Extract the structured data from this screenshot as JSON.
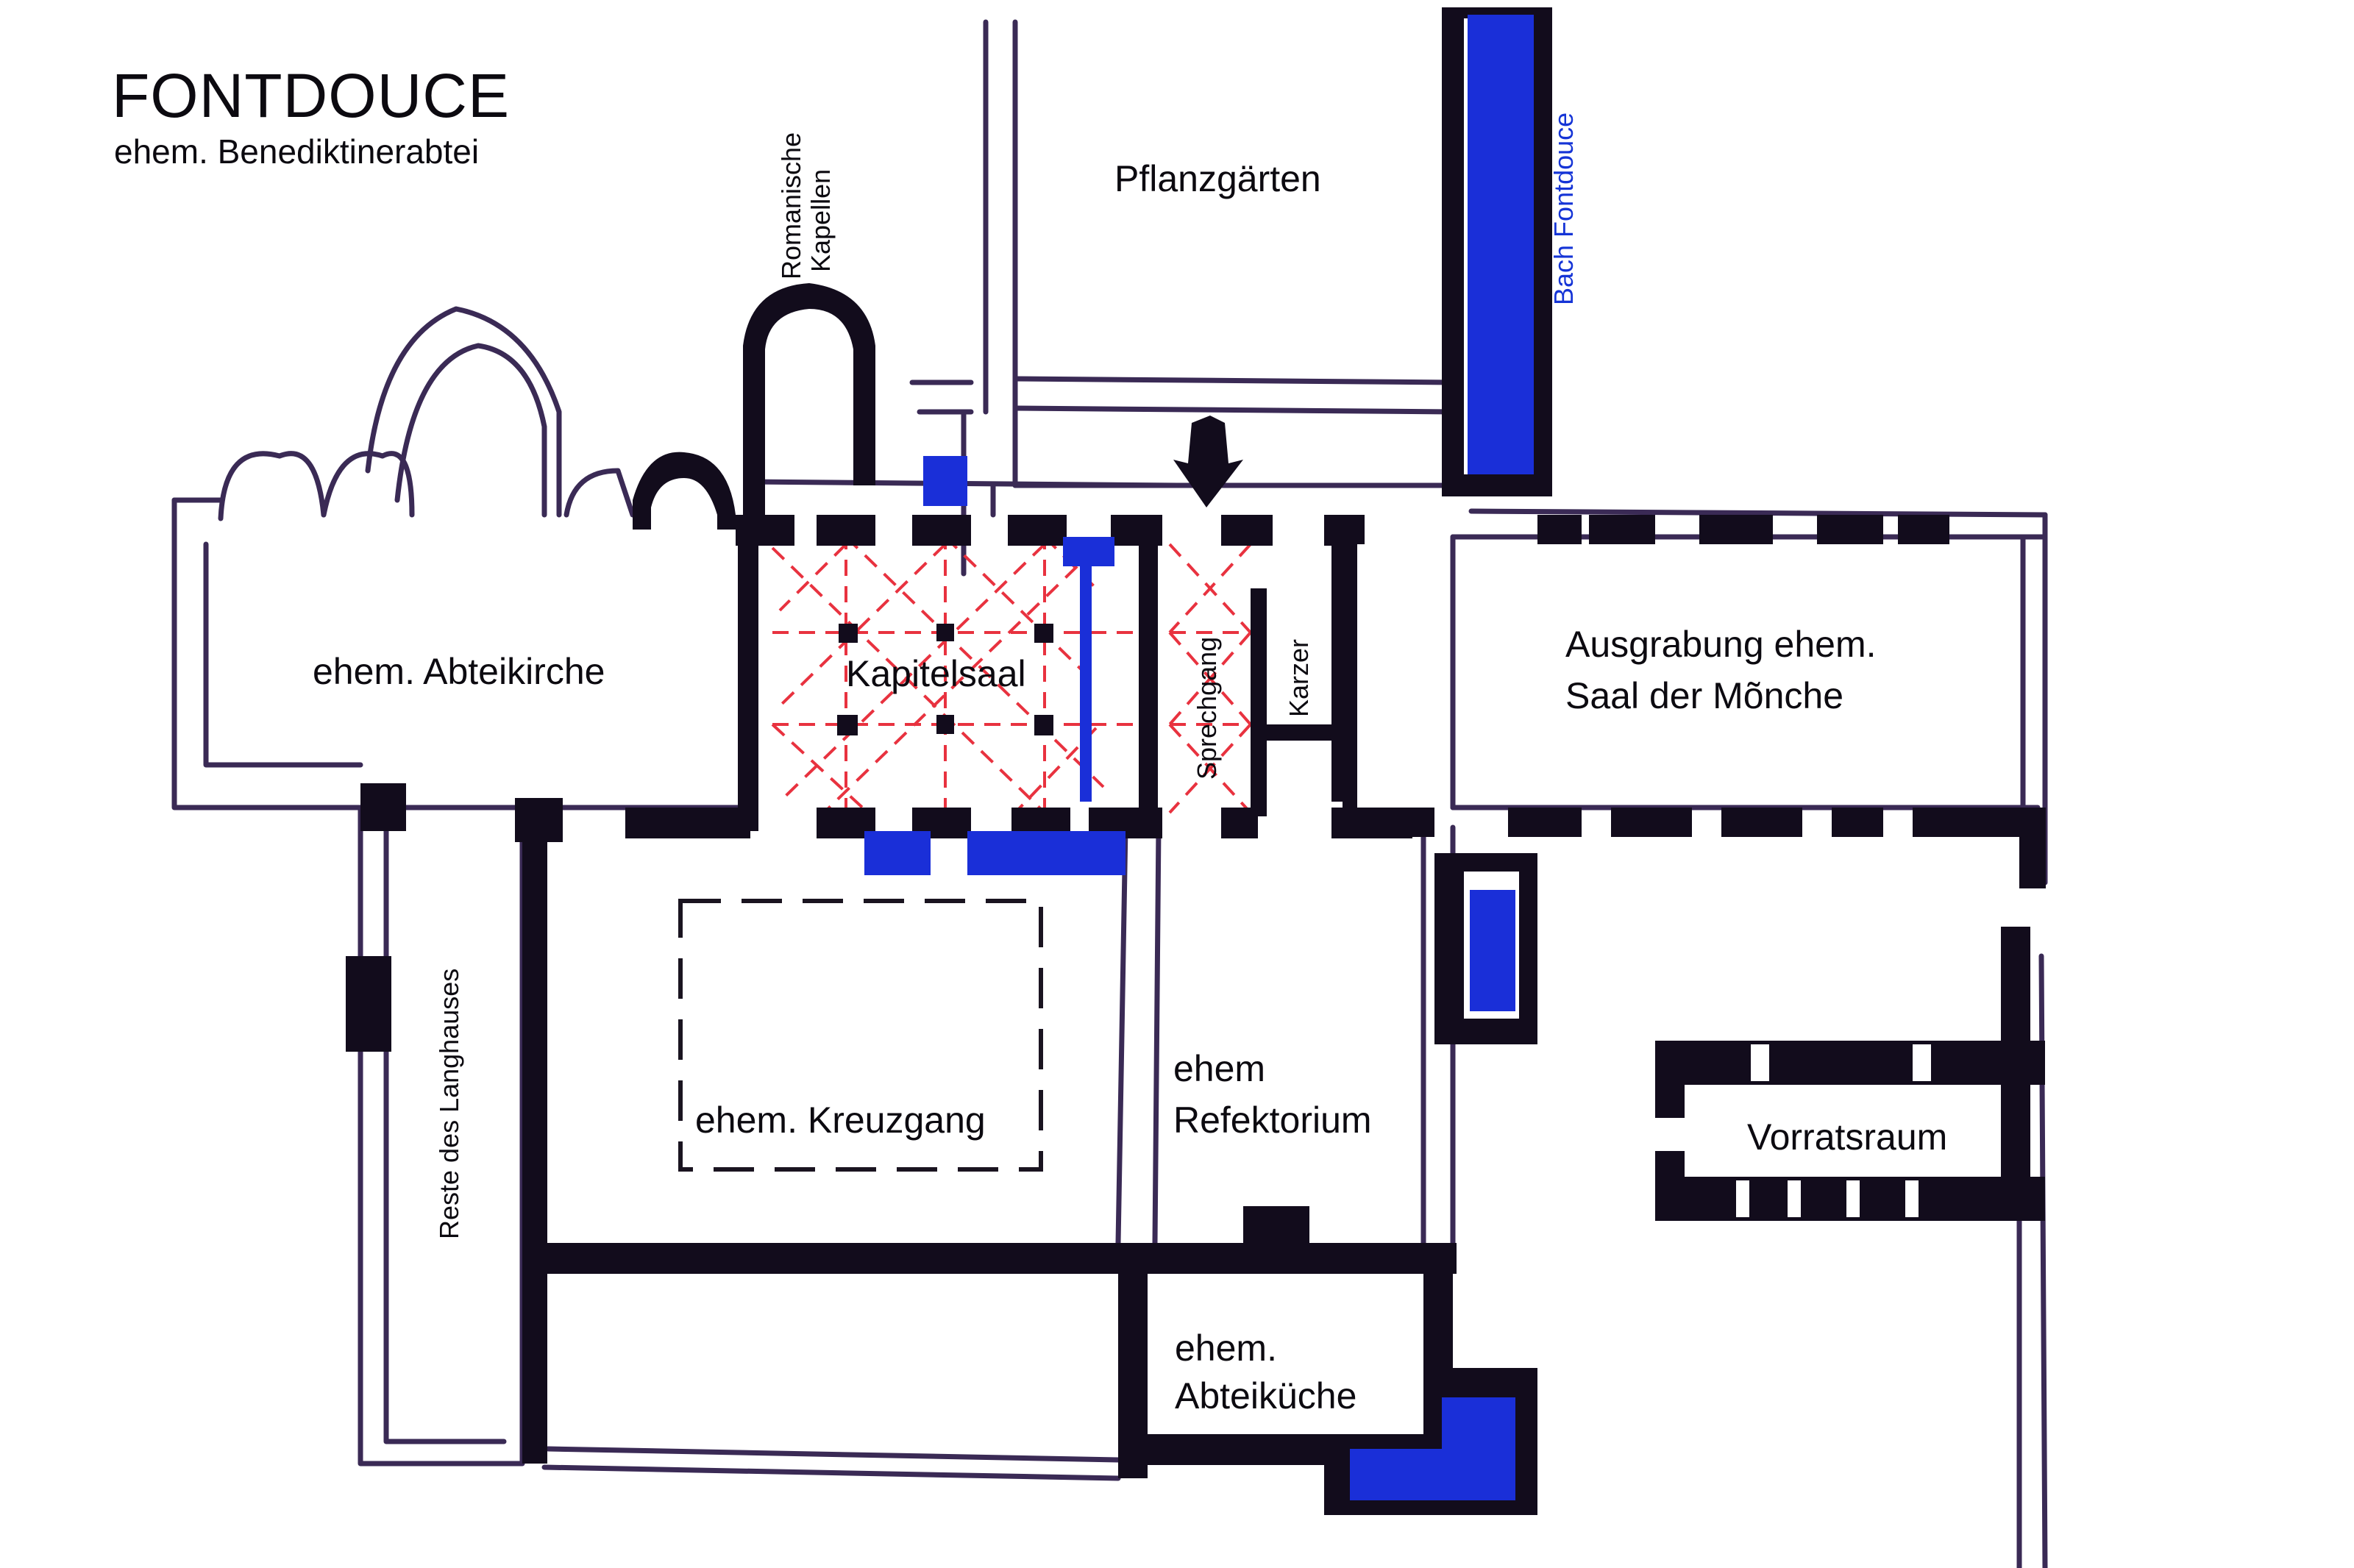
{
  "header": {
    "title": "FONTDOUCE",
    "subtitle": "ehem. Benediktinerabtei"
  },
  "labels": {
    "romanische_kapellen_1": "Romanische",
    "romanische_kapellen_2": "Kapellen",
    "pflanzgaerten": "Pflanzgärten",
    "bach": "Bach Fontdouce",
    "abteikirche": "ehem. Abteikirche",
    "kapitelsaal": "Kapitelsaal",
    "sprechgang": "Sprechgang",
    "karzer": "Karzer",
    "ausgrabung_1": "Ausgrabung  ehem.",
    "ausgrabung_2": "Saal der Mõnche",
    "reste_langhaus": "Reste des Langhauses",
    "kreuzgang": "ehem. Kreuzgang",
    "refektorium_1": "ehem",
    "refektorium_2": "Refektorium",
    "vorratsraum": "Vorratsraum",
    "abteikueche_1": "ehem.",
    "abteikueche_2": "Abteiküche"
  },
  "colors": {
    "wall": "#120c1c",
    "thin_line": "#3a2a55",
    "water": "#1a2fd8",
    "vault": "#e8323f",
    "background": "#ffffff"
  },
  "legend_symbols": {
    "entrance": "arrow-down-icon",
    "water": "water-basin"
  }
}
